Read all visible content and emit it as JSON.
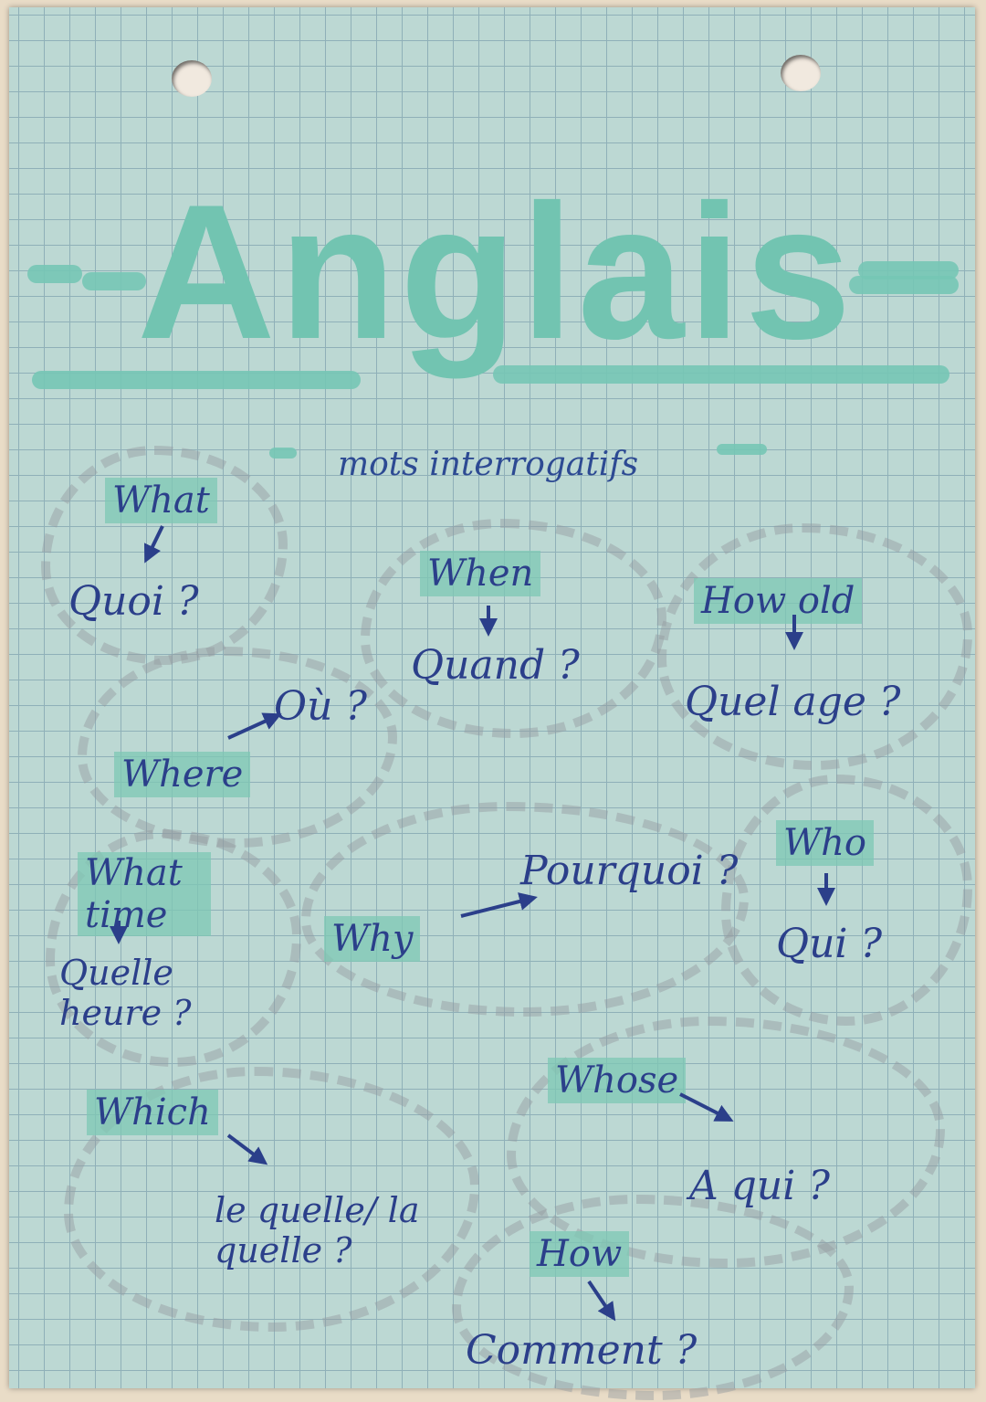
{
  "title": "Anglais",
  "subtitle": "mots interrogatifs",
  "items": [
    {
      "en": "What",
      "fr": "Quoi ?"
    },
    {
      "en": "When",
      "fr": "Quand ?"
    },
    {
      "en": "How old",
      "fr": "Quel age ?"
    },
    {
      "en": "Where",
      "fr": "Où ?"
    },
    {
      "en": "What time",
      "fr": "Quelle heure ?"
    },
    {
      "en": "Why",
      "fr": "Pourquoi ?"
    },
    {
      "en": "Who",
      "fr": "Qui ?"
    },
    {
      "en": "Which",
      "fr": "le quelle/ la quelle ?"
    },
    {
      "en": "Whose",
      "fr": "A qui ?"
    },
    {
      "en": "How",
      "fr": "Comment ?"
    }
  ],
  "colors": {
    "ink": "#2b3f8a",
    "highlighter": "#72c4b1",
    "paper": "#bcd8d3"
  }
}
